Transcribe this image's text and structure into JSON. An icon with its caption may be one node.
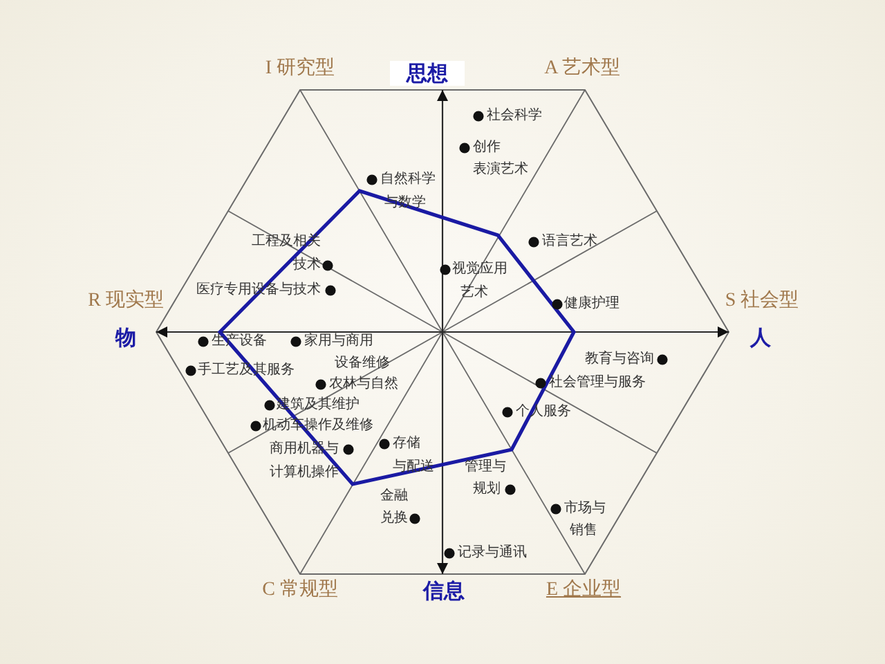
{
  "diagram": {
    "labels": [
      "I 研究型",
      "思想",
      "A 艺术型",
      "社会科学",
      "创作表演艺术",
      "自然科学与数学",
      "工程及相关技术",
      "语言艺术",
      "视觉应用艺术",
      "医疗专用设备与技术",
      "R 现实型",
      "健康护理",
      "S 社会型",
      "物",
      "人",
      "生产设备",
      "家用与商用设备维修",
      "教育与咨询",
      "手工艺及其服务",
      "农林与自然",
      "社会管理与服务",
      "建筑及其维护",
      "个人服务",
      "机动车操作及维修",
      "商用机器与计算机操作",
      "存储与配送",
      "管理与规划",
      "金融兑换",
      "市场与销售",
      "记录与通讯",
      "C 常规型",
      "信息",
      "E 企业型"
    ]
  }
}
